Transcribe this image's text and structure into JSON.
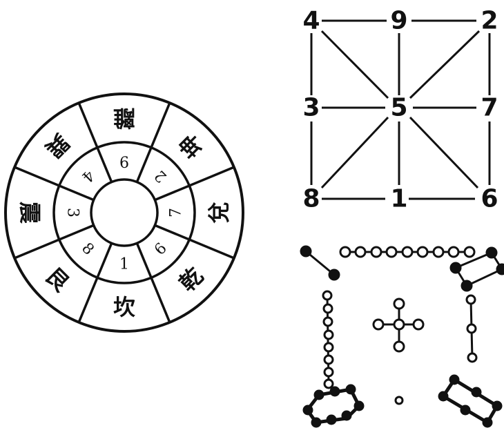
{
  "wheel": {
    "outer_labels": [
      "離",
      "坤",
      "兌",
      "乾",
      "坎",
      "艮",
      "震",
      "巽"
    ],
    "inner_numbers": [
      "9",
      "2",
      "7",
      "6",
      "1",
      "8",
      "3",
      "4"
    ]
  },
  "magic_square": {
    "rows": [
      [
        "4",
        "9",
        "2"
      ],
      [
        "3",
        "5",
        "7"
      ],
      [
        "8",
        "1",
        "6"
      ]
    ]
  },
  "colors": {
    "ink": "#111111",
    "paper": "#ffffff"
  }
}
